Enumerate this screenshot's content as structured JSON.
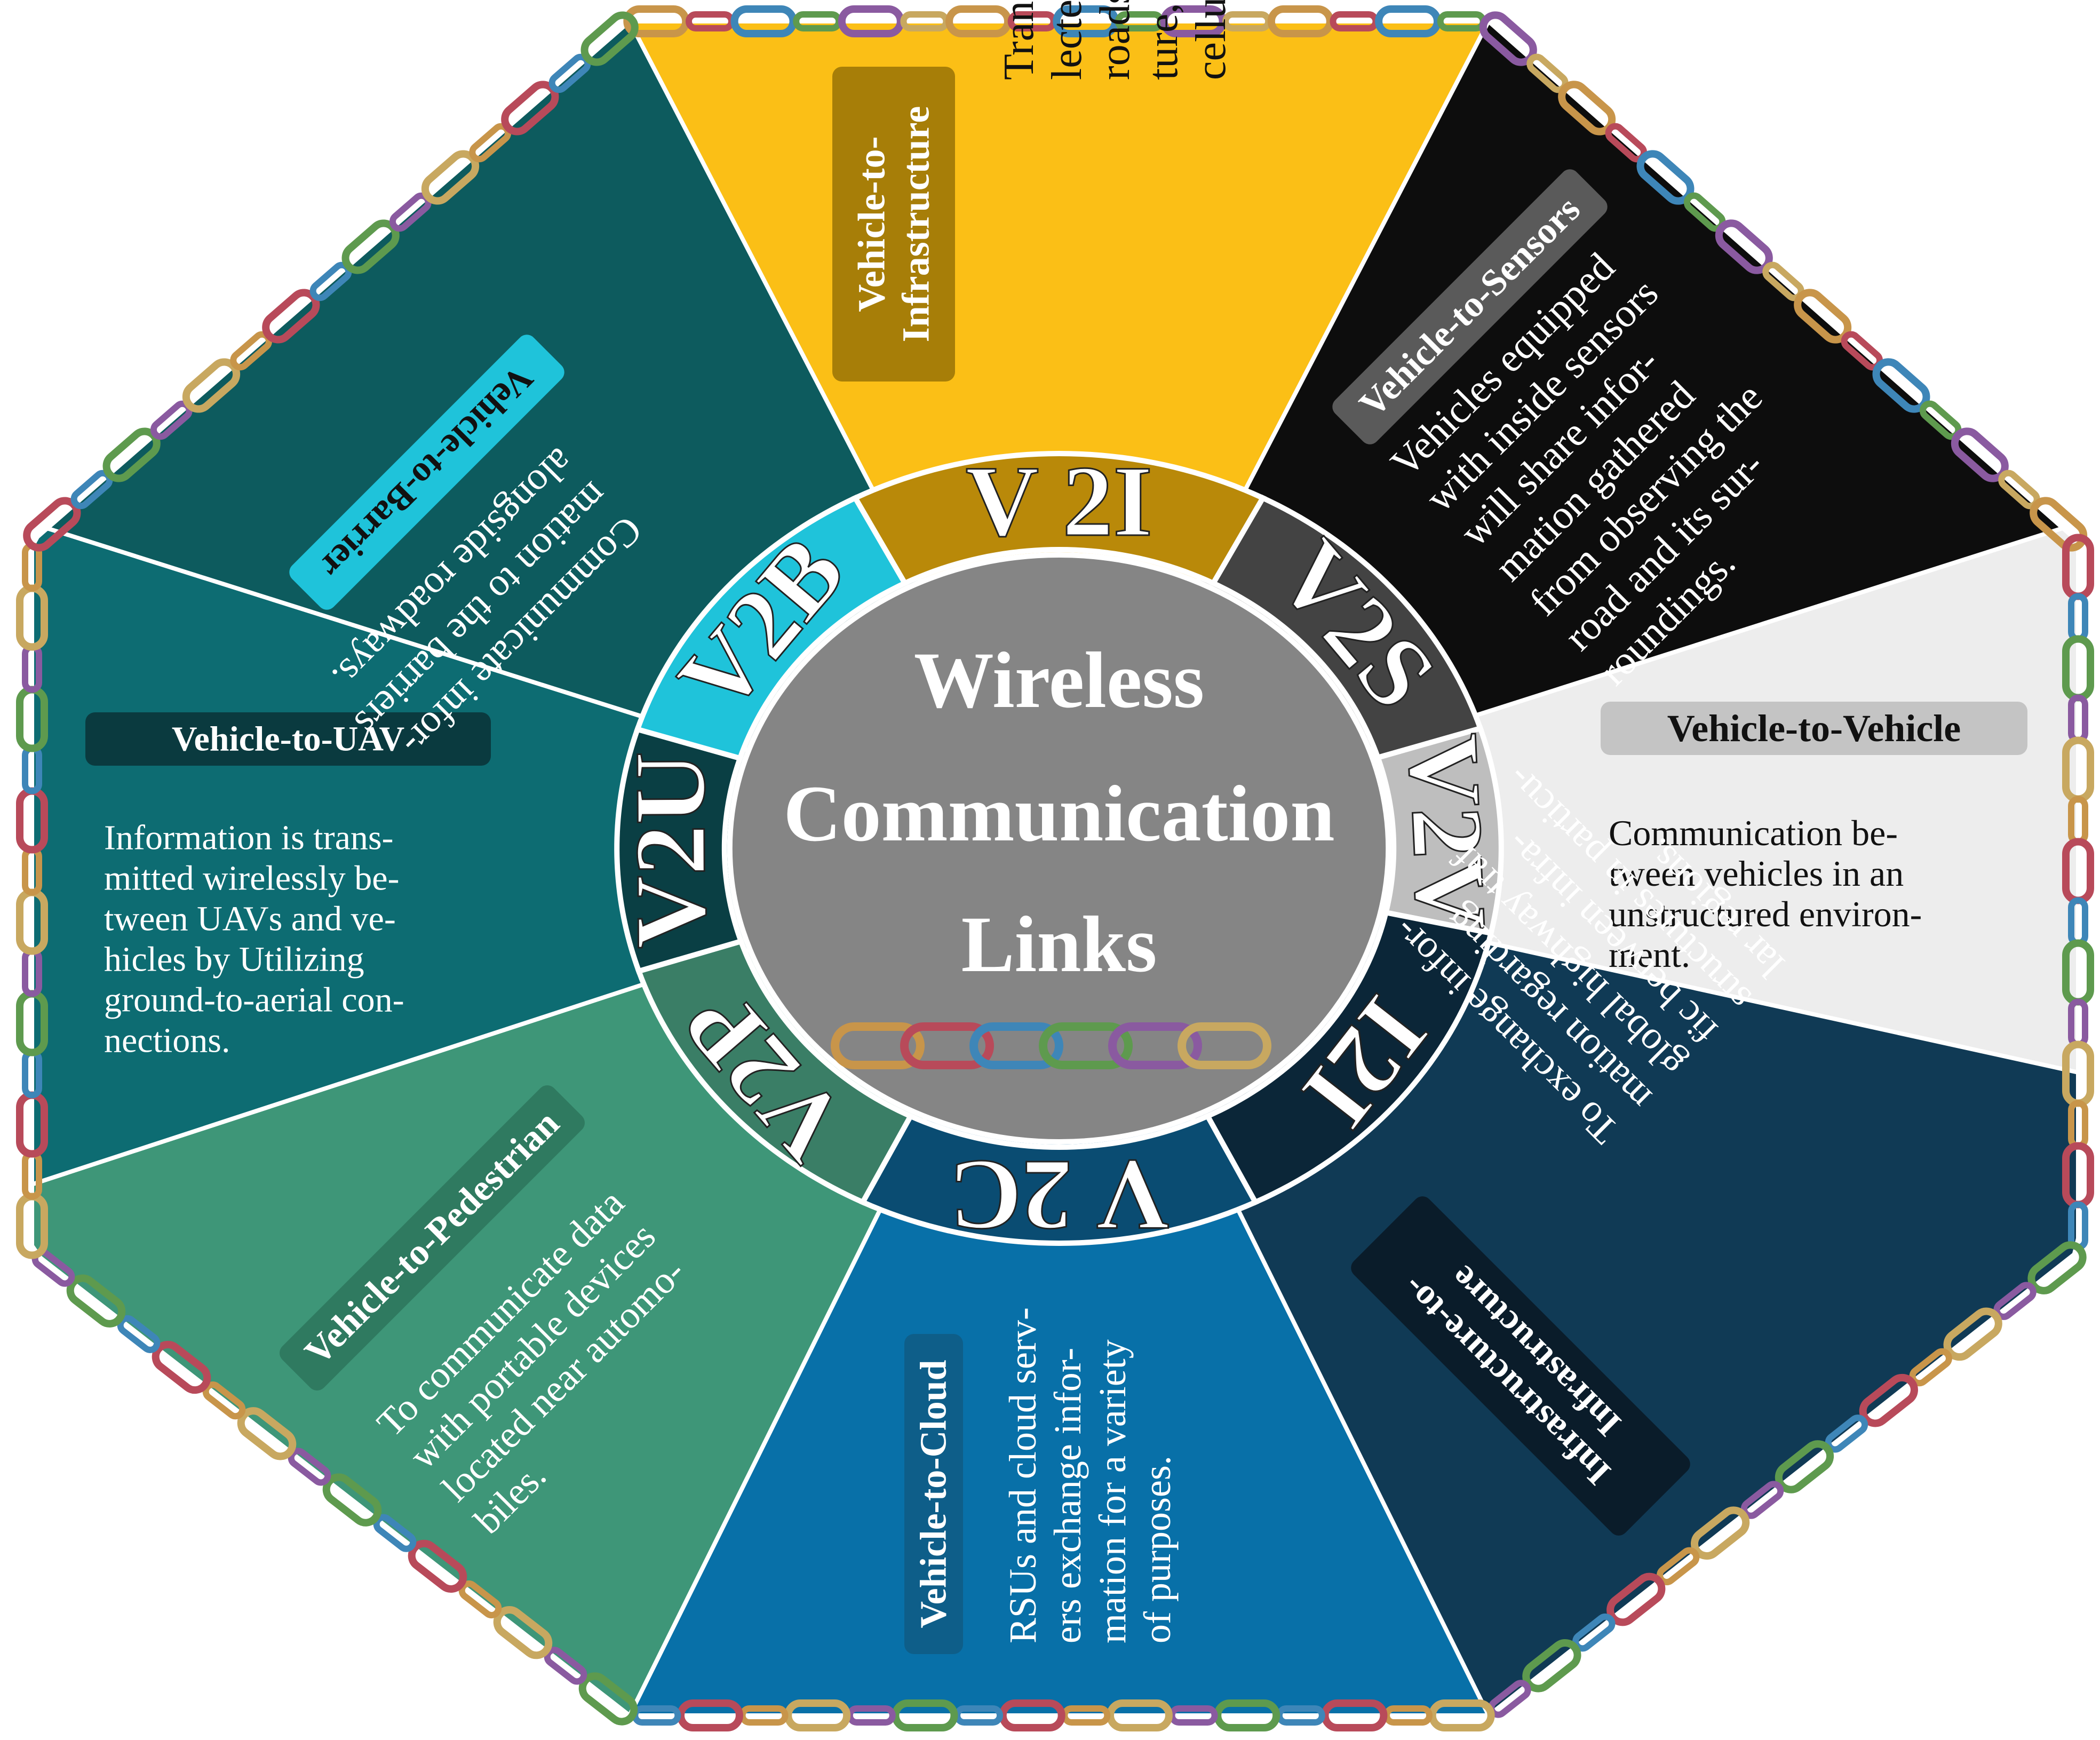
{
  "center": {
    "title_lines": [
      "Wireless",
      "Communication",
      "Links"
    ]
  },
  "segments": [
    {
      "key": "v2i",
      "abbr": "V 2I",
      "title_lines": [
        "Vehicle-to-",
        "Infrastructure"
      ],
      "body_lines": [
        "Transmit signals col-",
        "lected by sensors to",
        "roadside infrastruc-",
        "ture, such RSUs or",
        "cellular base stations"
      ],
      "fill": "#FBBF16",
      "ring": "#B98909",
      "label_bg": "#A77E08",
      "text_color": "#111111",
      "title_color": "#ffffff"
    },
    {
      "key": "v2s",
      "abbr": "V2S",
      "title_lines": [
        "Vehicle-to-Sensors"
      ],
      "body_lines": [
        "Vehicles equipped",
        "with inside sensors",
        "will share infor-",
        "mation gathered",
        "from observing the",
        "road and its sur-",
        "roundings."
      ],
      "fill": "#0D0D0D",
      "ring": "#434343",
      "label_bg": "#5A5A5A",
      "text_color": "#ffffff",
      "title_color": "#ffffff"
    },
    {
      "key": "v2v",
      "abbr": "V2V",
      "title_lines": [
        "Vehicle-to-Vehicle"
      ],
      "body_lines": [
        "Communication be-",
        "tween vehicles in an",
        "unstructured environ-",
        "ment."
      ],
      "fill": "#EDEDED",
      "ring": "#BEBEBE",
      "label_bg": "#C4C4C4",
      "text_color": "#111111",
      "title_color": "#111111"
    },
    {
      "key": "i2i",
      "abbr": "I2I",
      "title_lines": [
        "Infrastructure-to-",
        "Infrastructure"
      ],
      "body_lines": [
        "To exchange infor-",
        "mation regarding",
        "global highway traf-",
        "fic between infra-",
        "structures in particu-",
        "lar regions."
      ],
      "fill": "#103A55",
      "ring": "#0B2638",
      "label_bg": "#0A1C2A",
      "text_color": "#ffffff",
      "title_color": "#ffffff"
    },
    {
      "key": "v2c",
      "abbr": "V 2C",
      "title_lines": [
        "Vehicle-to-Cloud"
      ],
      "body_lines": [
        "RSUs and cloud serv-",
        "ers exchange infor-",
        "mation for a variety",
        "of purposes."
      ],
      "fill": "#0870A8",
      "ring": "#0A4C72",
      "label_bg": "#0E5E89",
      "text_color": "#ffffff",
      "title_color": "#ffffff"
    },
    {
      "key": "v2p",
      "abbr": "V2P",
      "title_lines": [
        "Vehicle-to-Pedestrian"
      ],
      "body_lines": [
        "To communicate data",
        "with portable devices",
        "located near automo-",
        "biles."
      ],
      "fill": "#3E9678",
      "ring": "#3A7E66",
      "label_bg": "#2F7A60",
      "text_color": "#ffffff",
      "title_color": "#ffffff"
    },
    {
      "key": "v2u",
      "abbr": "V2U",
      "title_lines": [
        "Vehicle-to-UAV"
      ],
      "body_lines": [
        "Information is trans-",
        "mitted wirelessly be-",
        "tween UAVs and ve-",
        "hicles by Utilizing",
        "ground-to-aerial con-",
        "nections."
      ],
      "fill": "#0D6C72",
      "ring": "#0A3F44",
      "label_bg": "#0A3A3F",
      "text_color": "#ffffff",
      "title_color": "#ffffff"
    },
    {
      "key": "v2b",
      "abbr": "V2B",
      "title_lines": [
        "Vehicle-to-Barrier"
      ],
      "body_lines": [
        "Communicate infor-",
        "mation to the barriers",
        "alongside roadways."
      ],
      "fill": "#0D5B5E",
      "ring": "#1FC3DA",
      "label_bg": "#1FC3DA",
      "text_color": "#ffffff",
      "title_color": "#111111"
    }
  ],
  "colors": {
    "center_fill": "#858585",
    "ring_separator": "#ffffff",
    "chain_links": [
      "#C8954A",
      "#B84A5A",
      "#3E86B8",
      "#5E9A4E",
      "#8A5AA0",
      "#C8A860"
    ]
  }
}
